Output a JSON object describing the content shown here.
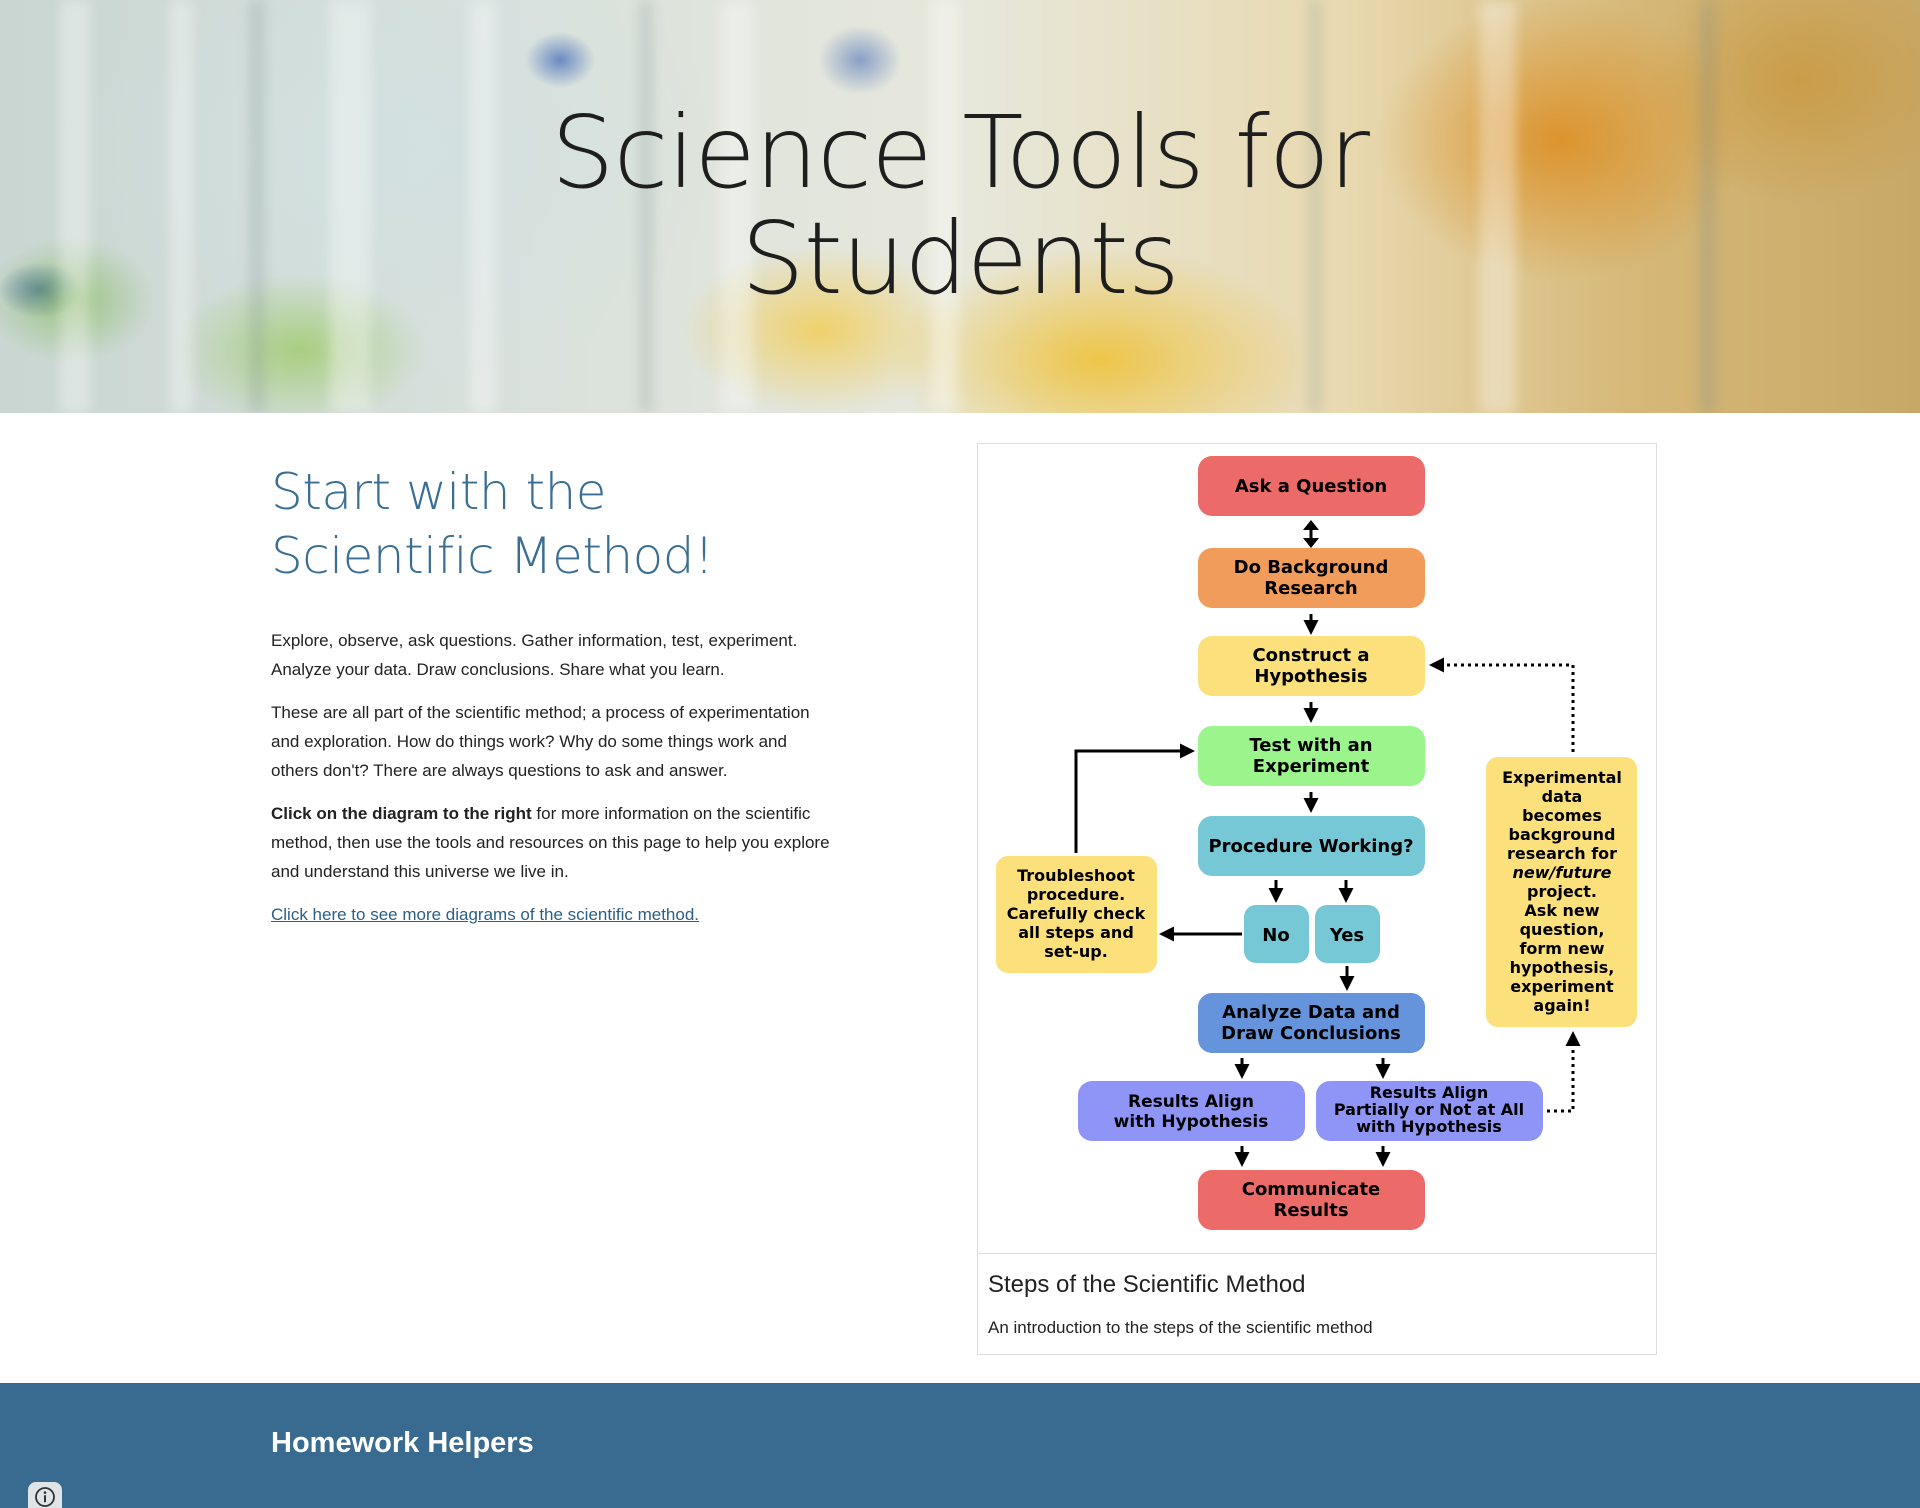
{
  "hero": {
    "title_line1": "Science Tools for",
    "title_line2": "Students"
  },
  "intro": {
    "heading_line1": "Start with the",
    "heading_line2": "Scientific Method!",
    "paragraph1": "Explore, observe, ask questions. Gather information, test, experiment. Analyze your data. Draw conclusions. Share what you learn.",
    "paragraph2": "These are all part of the scientific method; a process of experimentation and exploration. How do things work? Why do some things work and others don't? There are always questions to ask and answer.",
    "paragraph3_bold": "Click on the diagram to the right",
    "paragraph3_rest": " for more information on the scientific method, then use the tools and resources on this page to help you explore and understand this universe we live in.",
    "more_diagrams_link": "Click here to see more diagrams of the scientific method."
  },
  "diagram": {
    "steps": {
      "ask": "Ask a Question",
      "research_l1": "Do Background",
      "research_l2": "Research",
      "hypothesis_l1": "Construct a",
      "hypothesis_l2": "Hypothesis",
      "test_l1": "Test with an",
      "test_l2": "Experiment",
      "procedure": "Procedure Working?",
      "no": "No",
      "yes": "Yes",
      "analyze_l1": "Analyze Data and",
      "analyze_l2": "Draw Conclusions",
      "align_l1": "Results Align",
      "align_l2": "with Hypothesis",
      "partial_l1": "Results Align",
      "partial_l2": "Partially or Not at All",
      "partial_l3": "with Hypothesis",
      "communicate_l1": "Communicate",
      "communicate_l2": "Results"
    },
    "troubleshoot_lines": [
      "Troubleshoot",
      "procedure.",
      "Carefully check",
      "all steps and",
      "set-up."
    ],
    "experimental_lines": [
      "Experimental",
      "data",
      "becomes",
      "background",
      "research for",
      "new/future",
      "project.",
      "Ask new",
      "question,",
      "form new",
      "hypothesis,",
      "experiment",
      "again!"
    ],
    "colors": {
      "red": "#ec6a67",
      "orange": "#f29c5b",
      "yellow": "#fbe07c",
      "green": "#9bf58c",
      "teal": "#76c8d6",
      "blue": "#6594dc",
      "purple": "#8f95f7"
    }
  },
  "card": {
    "caption_title": "Steps of the Scientific Method",
    "caption_sub": "An introduction to the steps of the scientific method"
  },
  "footer": {
    "title": "Homework Helpers"
  },
  "icons": {
    "info": "info-icon"
  }
}
